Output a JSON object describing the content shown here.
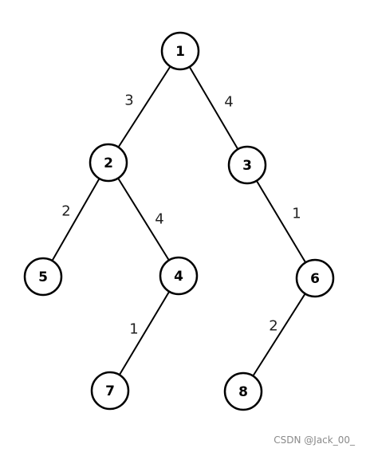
{
  "diagram": {
    "nodes": [
      {
        "id": "n1",
        "label": "1"
      },
      {
        "id": "n2",
        "label": "2"
      },
      {
        "id": "n3",
        "label": "3"
      },
      {
        "id": "n4",
        "label": "4"
      },
      {
        "id": "n5",
        "label": "5"
      },
      {
        "id": "n6",
        "label": "6"
      },
      {
        "id": "n7",
        "label": "7"
      },
      {
        "id": "n8",
        "label": "8"
      }
    ],
    "edges": [
      {
        "from": "n1",
        "to": "n2",
        "weight": "3"
      },
      {
        "from": "n1",
        "to": "n3",
        "weight": "4"
      },
      {
        "from": "n2",
        "to": "n5",
        "weight": "2"
      },
      {
        "from": "n2",
        "to": "n4",
        "weight": "4"
      },
      {
        "from": "n3",
        "to": "n6",
        "weight": "1"
      },
      {
        "from": "n4",
        "to": "n7",
        "weight": "1"
      },
      {
        "from": "n6",
        "to": "n8",
        "weight": "2"
      }
    ]
  },
  "watermark": "CSDN @Jack_00_"
}
